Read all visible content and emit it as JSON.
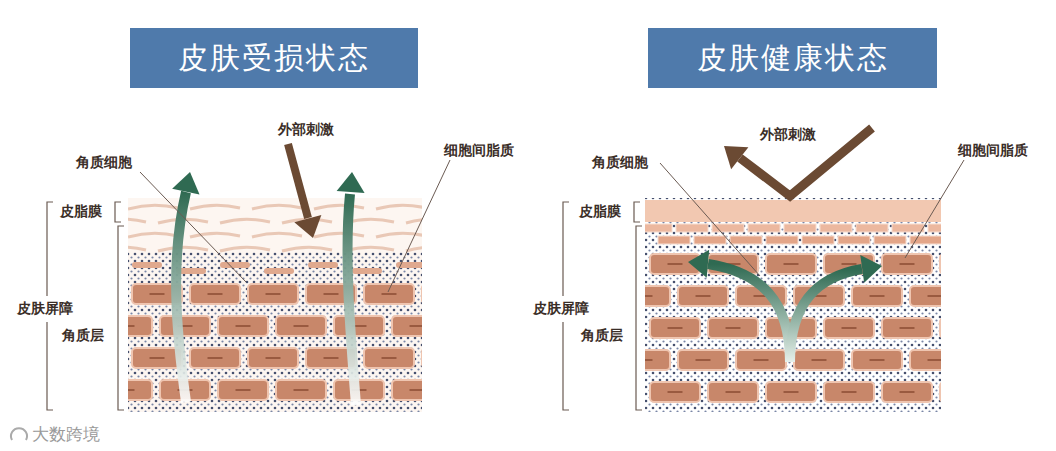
{
  "diagram": {
    "nodes": [
      {
        "text": [
          "皮肤受损状态"
        ]
      },
      {
        "text": [
          "皮肤健康状态"
        ]
      }
    ],
    "labels": [
      "外部刺激",
      "角质细胞",
      "细胞间脂质",
      "皮脂膜",
      "皮肤屏障",
      "角质层",
      "外部刺激",
      "角质细胞",
      "细胞间脂质",
      "皮脂膜",
      "皮肤屏障",
      "角质层",
      "大数跨境"
    ]
  }
}
